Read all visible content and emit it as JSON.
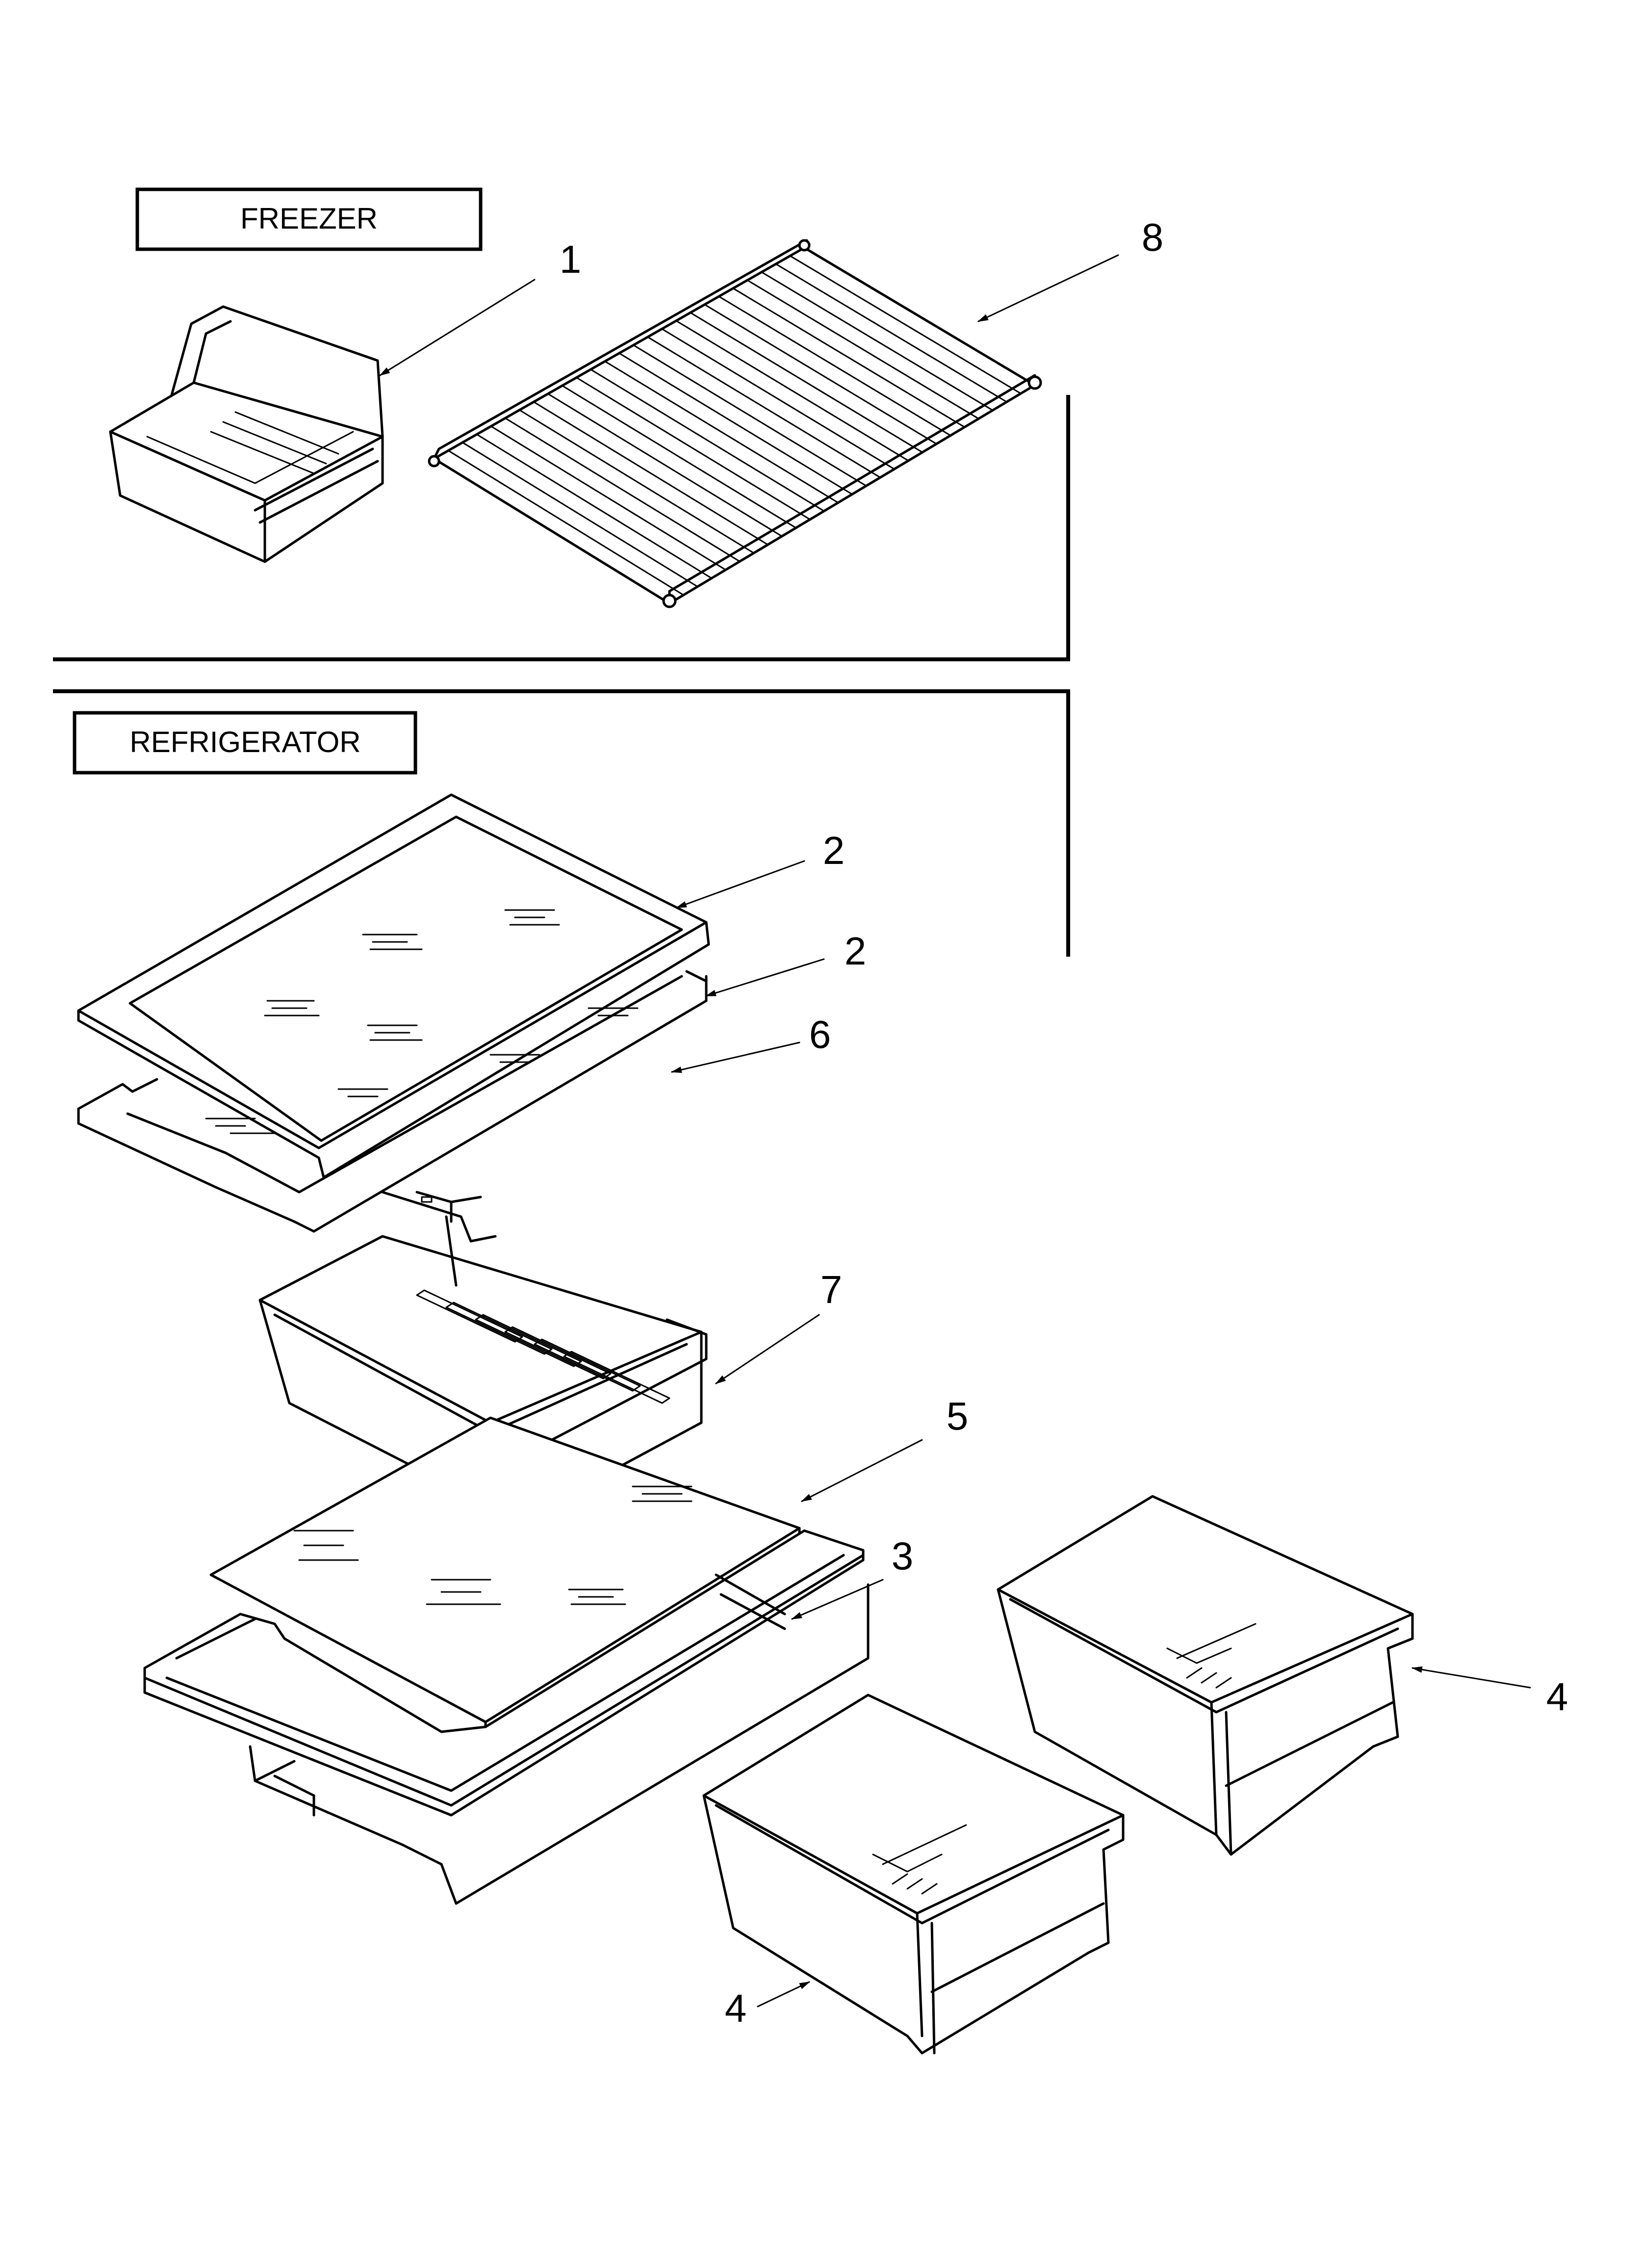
{
  "sections": {
    "freezer": "FREEZER",
    "refrigerator": "REFRIGERATOR"
  },
  "callouts": [
    {
      "id": "1",
      "part": "freezer-bin"
    },
    {
      "id": "8",
      "part": "freezer-wire-shelf"
    },
    {
      "id": "2",
      "part": "glass-shelf-upper"
    },
    {
      "id": "2",
      "part": "glass-shelf-lower"
    },
    {
      "id": "6",
      "part": "shelf-frame"
    },
    {
      "id": "7",
      "part": "meat-drawer"
    },
    {
      "id": "5",
      "part": "crisper-glass-cover"
    },
    {
      "id": "3",
      "part": "crisper-cover-frame"
    },
    {
      "id": "4",
      "part": "crisper-drawer-right"
    },
    {
      "id": "4",
      "part": "crisper-drawer-left"
    }
  ]
}
